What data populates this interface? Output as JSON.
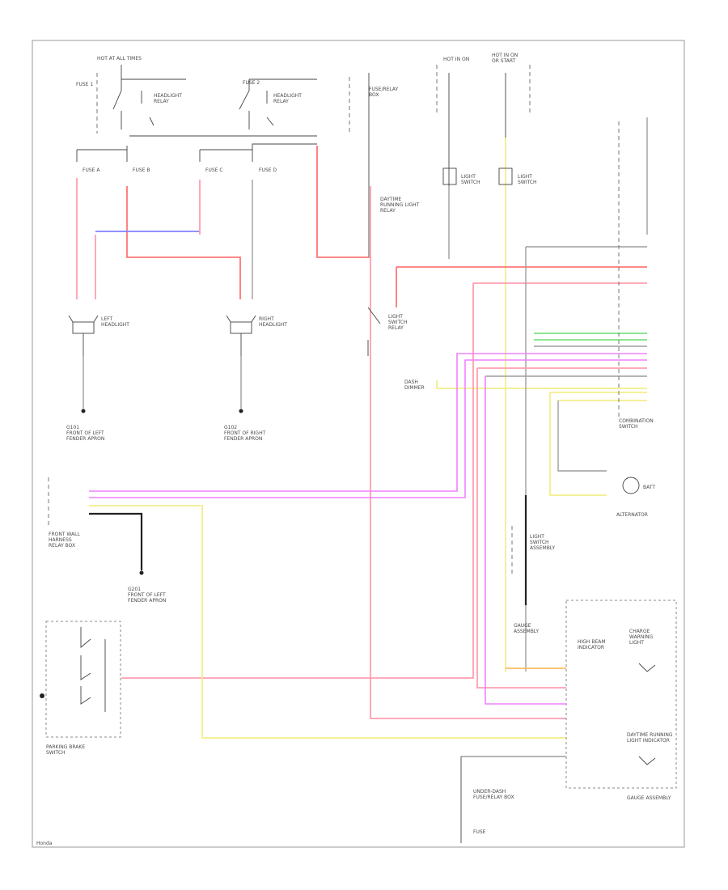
{
  "labels": {
    "top_left_fuse": "HOT AT ALL TIMES",
    "top_right_fuse1": "HOT IN ON",
    "top_right_fuse2": "HOT IN ON\nOR START",
    "hl_relay_left": "LEFT\nHEADLIGHT",
    "hl_relay_right": "RIGHT\nHEADLIGHT",
    "gnd_left": "G101\nFRONT OF LEFT\nFENDER APRON",
    "gnd_right": "G102\nFRONT OF RIGHT\nFENDER APRON",
    "dimmer_relay": "DAYTIME\nRUNNING LIGHT\nRELAY",
    "dash_dimmer": "DASH\nDIMMER",
    "combo_switch": "COMBINATION\nSWITCH",
    "front_wiring": "FRONT WALL\nHARNESS\nRELAY BOX",
    "gnd_g201": "G201\nFRONT OF LEFT\nFENDER APRON",
    "light_switch": "LIGHT SWITCH\nASSEMBLY",
    "alternator_label": "ALTERNATOR",
    "parking_brake": "PARKING BRAKE\nSWITCH",
    "gauge_assembly": "GAUGE ASSEMBLY",
    "gauge_inner1": "HIGH BEAM\nINDICATOR",
    "gauge_inner2": "CHARGE\nWARNING\nLIGHT",
    "gauge_inner3": "DAYTIME RUNNING\nLIGHT INDICATOR",
    "under_dash": "UNDER-DASH\nFUSE/RELAY BOX",
    "footer": "Honda"
  },
  "wire_colors": {
    "red": "#ff7777",
    "pink": "#ff9fb0",
    "magenta": "#f080ff",
    "yellow": "#f2ee8c",
    "green": "#7ee07e",
    "blue": "#8080ff",
    "orange": "#ffbb66",
    "gray": "#9e9e9e"
  }
}
